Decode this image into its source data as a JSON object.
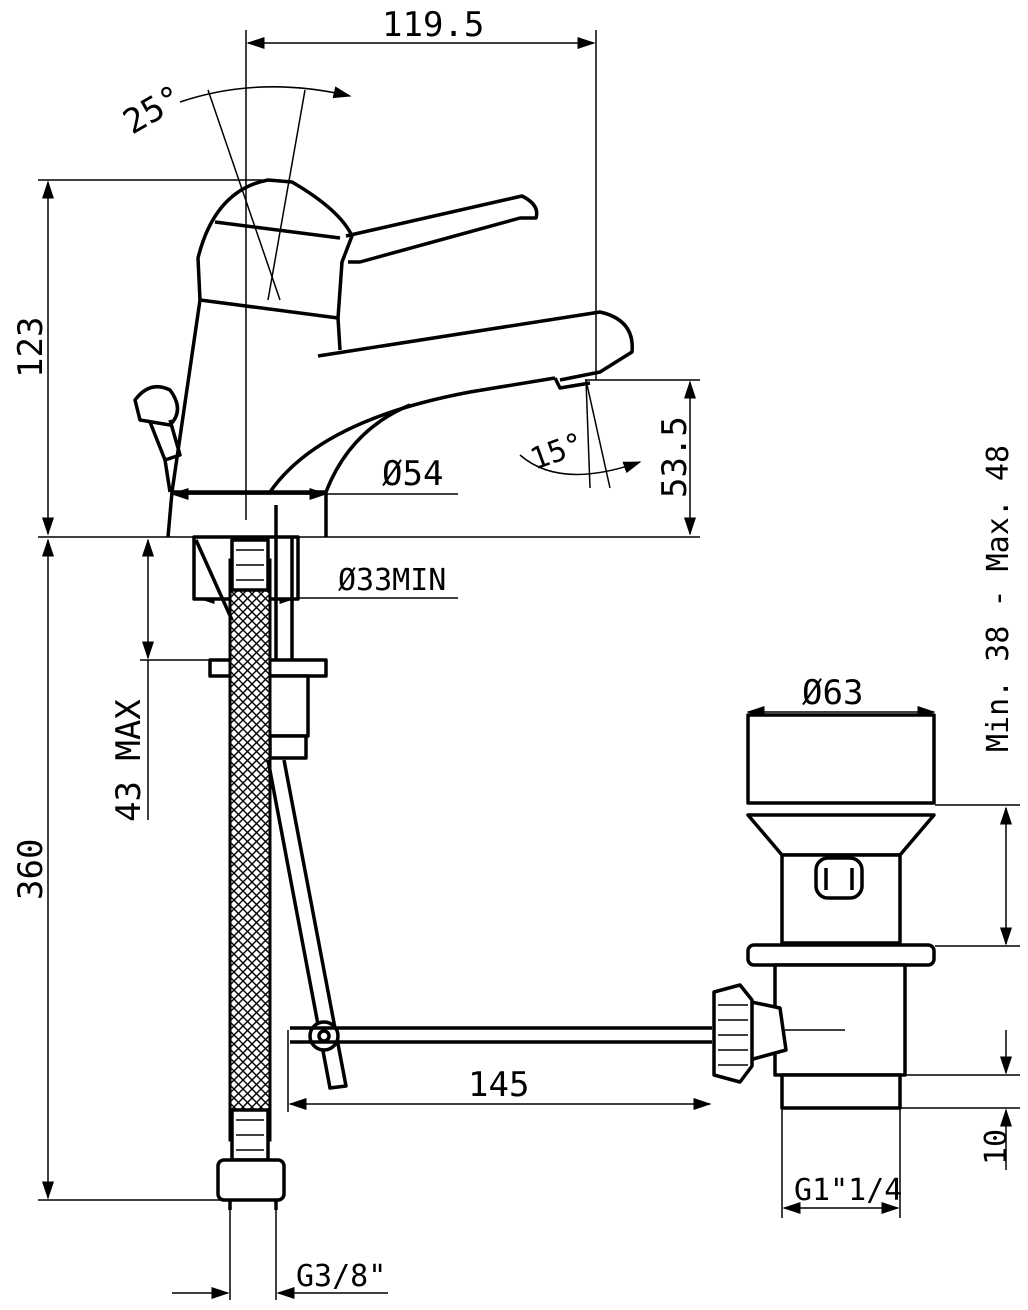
{
  "dimensions": {
    "width_top": "119.5",
    "angle_handle": "25°",
    "height_body": "123",
    "angle_spout": "15°",
    "spout_height": "53.5",
    "base_diameter": "Ø54",
    "hole_min": "Ø33MIN",
    "deck_max": "43 MAX",
    "hose_length": "360",
    "drain_diameter": "Ø63",
    "drain_range": "Min. 38 - Max. 48",
    "rod_length": "145",
    "drain_offset": "10",
    "drain_thread": "G1\"1/4",
    "hose_thread": "G3/8\""
  }
}
